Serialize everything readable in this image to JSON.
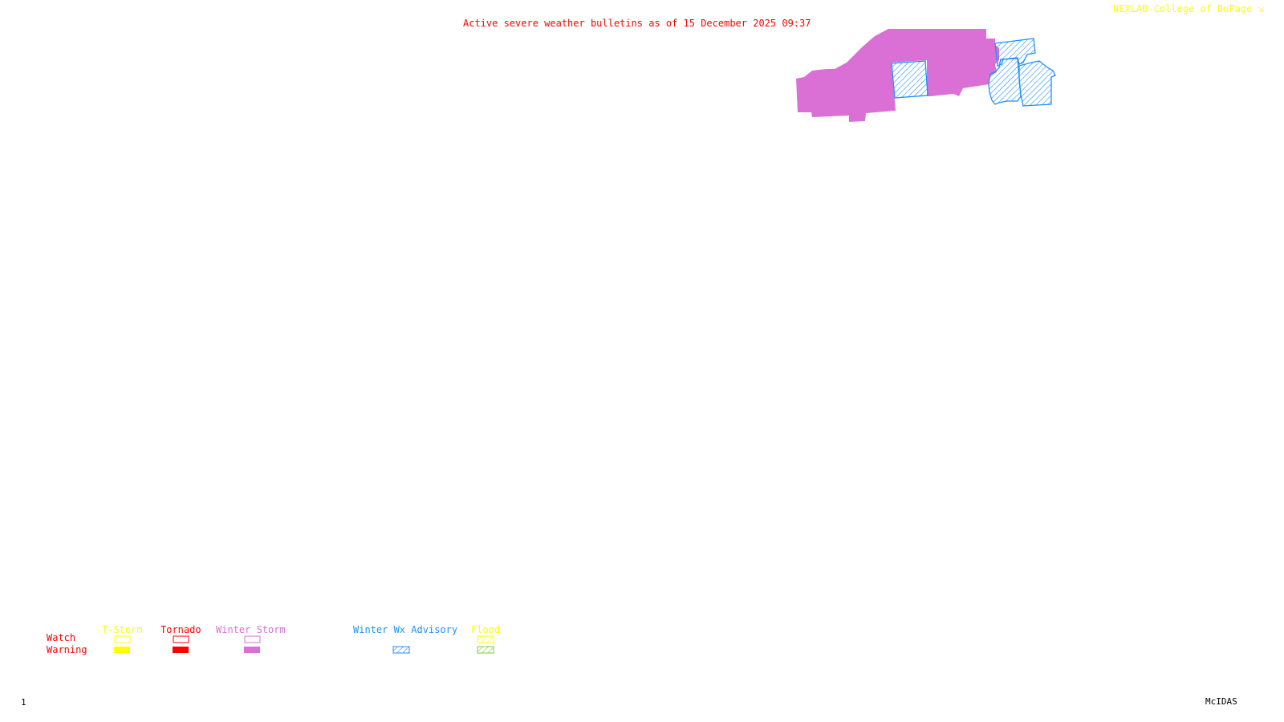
{
  "header": {
    "title": "Active severe weather bulletins as of 15 December 2025 09:37",
    "credit": "NEXLAB-College of DuPage",
    "credit_icon": "arrow-icon"
  },
  "footer": {
    "frame_number": "1",
    "software": "McIDAS"
  },
  "colors": {
    "title": "#ff0000",
    "credit": "#ffff00",
    "tstorm": "#ffff00",
    "tornado": "#ff0000",
    "winter_storm": "#da70d6",
    "winter_wx_advisory": "#1e90ff",
    "flood_watch": "#ffff00",
    "flood_warning": "#7ccd3c",
    "row_labels": "#ff0000",
    "footer": "#000000"
  },
  "map": {
    "active_bulletins": [
      {
        "type": "Winter Storm Warning",
        "style": "solid",
        "color": "#da70d6"
      },
      {
        "type": "Winter Wx Advisory",
        "style": "hatched",
        "color": "#1e90ff"
      }
    ]
  },
  "legend": {
    "rows": [
      "Watch",
      "Warning"
    ],
    "columns": [
      {
        "label": "T-Storm",
        "color": "#ffff00",
        "watch": "outline",
        "warning": "solid"
      },
      {
        "label": "Tornado",
        "color": "#ff0000",
        "watch": "outline",
        "warning": "solid"
      },
      {
        "label": "Winter Storm",
        "color": "#da70d6",
        "watch": "outline",
        "warning": "solid"
      },
      {
        "label": "Winter Wx Advisory",
        "color": "#1e90ff",
        "watch": "none",
        "warning": "hatched"
      },
      {
        "label": "Flood",
        "color": "#ffff00",
        "watch": "hatched",
        "warning": "hatched",
        "warning_color": "#7ccd3c"
      }
    ]
  }
}
